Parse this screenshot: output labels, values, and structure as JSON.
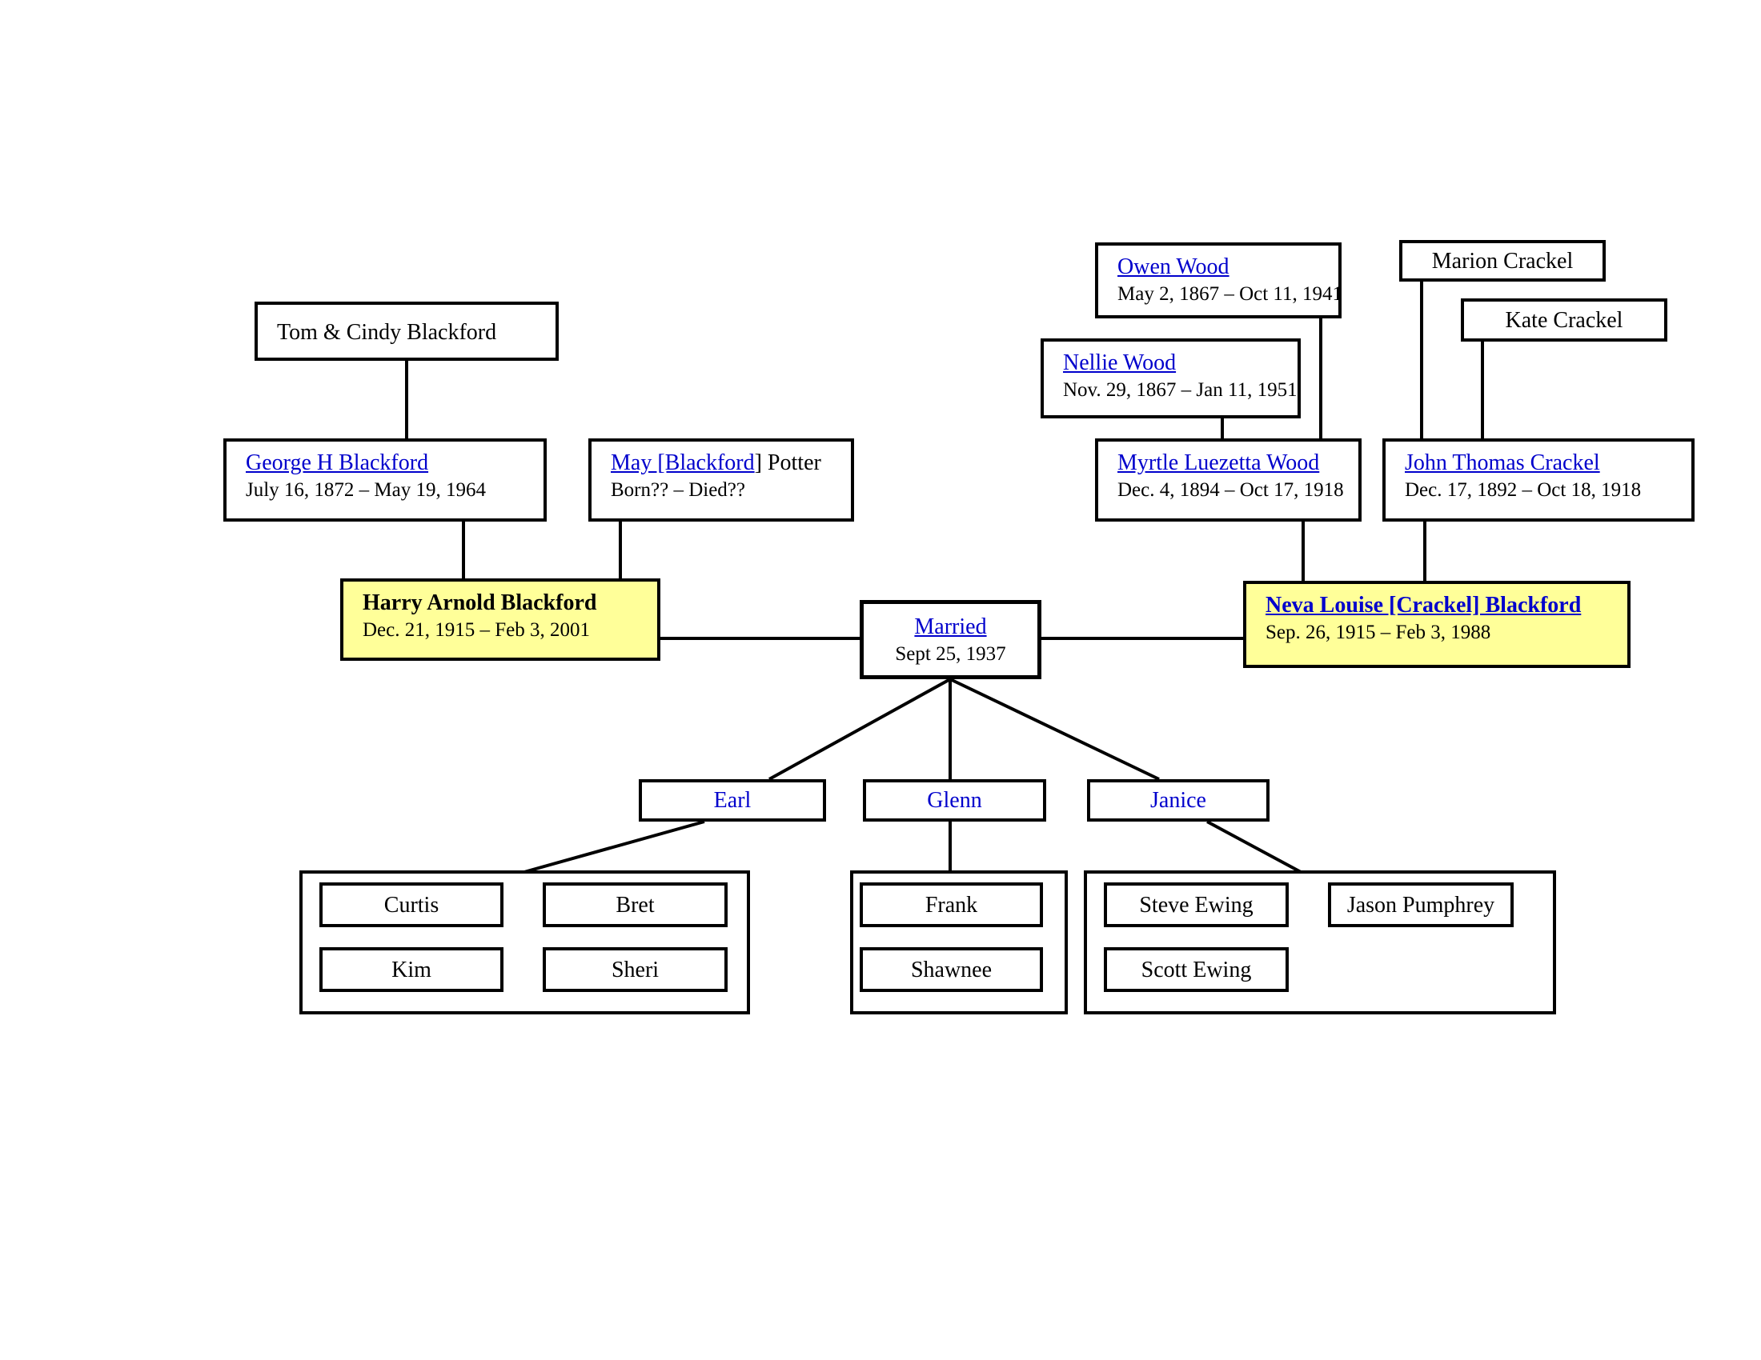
{
  "colors": {
    "highlight_fill": "#FFFF99",
    "link_blue": "#0000CC",
    "line_and_border": "#000000",
    "page_background": "#FFFFFF"
  },
  "boxes": {
    "tom_cindy": {
      "name": "Tom & Cindy Blackford"
    },
    "george": {
      "name": "George H Blackford",
      "dates": "July 16, 1872 – May 19, 1964"
    },
    "may": {
      "name_link": "May [Blackford",
      "name_rest": "] Potter",
      "dates": "Born?? – Died??"
    },
    "harry": {
      "name": "Harry Arnold Blackford",
      "dates": "Dec. 21, 1915 – Feb 3, 2001"
    },
    "owen": {
      "name": "Owen Wood",
      "dates": "May 2, 1867 – Oct 11, 1941"
    },
    "marion": {
      "name": "Marion Crackel"
    },
    "kate": {
      "name": "Kate Crackel"
    },
    "nellie": {
      "name": "Nellie Wood",
      "dates": "Nov. 29, 1867 – Jan 11, 1951"
    },
    "myrtle": {
      "name": "Myrtle Luezetta Wood",
      "dates": "Dec. 4, 1894 – Oct 17, 1918"
    },
    "john": {
      "name": "John Thomas Crackel",
      "dates": "Dec. 17, 1892 – Oct 18, 1918"
    },
    "neva": {
      "name": "Neva Louise [Crackel] Blackford",
      "dates": "Sep. 26, 1915 – Feb 3, 1988"
    },
    "married": {
      "name": "Married",
      "dates": "Sept 25, 1937"
    },
    "earl": {
      "name": "Earl"
    },
    "glenn": {
      "name": "Glenn"
    },
    "janice": {
      "name": "Janice"
    },
    "curtis": {
      "name": "Curtis"
    },
    "bret": {
      "name": "Bret"
    },
    "kim": {
      "name": "Kim"
    },
    "sheri": {
      "name": "Sheri"
    },
    "frank": {
      "name": "Frank"
    },
    "shawnee": {
      "name": "Shawnee"
    },
    "steve": {
      "name": "Steve Ewing"
    },
    "jason": {
      "name": "Jason Pumphrey"
    },
    "scott": {
      "name": "Scott Ewing"
    }
  }
}
